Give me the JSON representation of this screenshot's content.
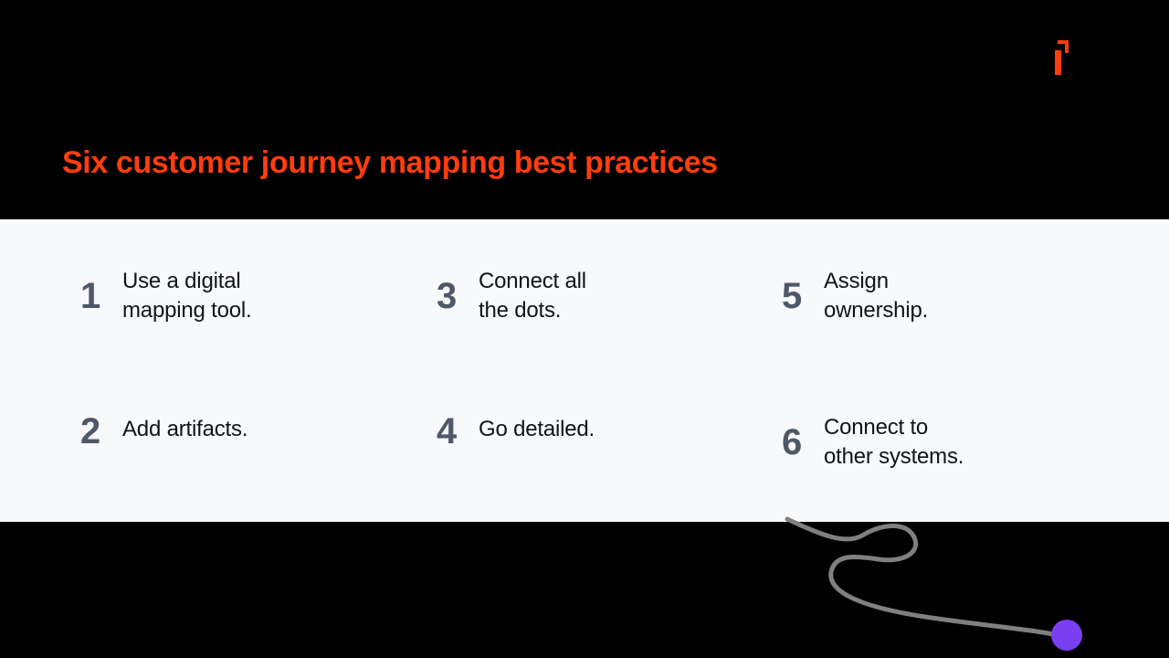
{
  "slide": {
    "title": "Six customer journey mapping best practices",
    "logo_icon": "brand-i-logo-icon",
    "colors": {
      "band_background": "#000000",
      "panel_background": "#f8f9fb",
      "title_accent": "#ff3d0d",
      "number": "#4e5868",
      "body_text": "#10131a",
      "squiggle_line": "#808080",
      "squiggle_dot": "#7b3ff2"
    }
  },
  "practices": [
    {
      "number": "1",
      "text": "Use a digital\nmapping tool."
    },
    {
      "number": "2",
      "text": "Add artifacts."
    },
    {
      "number": "3",
      "text": "Connect all\nthe dots."
    },
    {
      "number": "4",
      "text": "Go detailed."
    },
    {
      "number": "5",
      "text": "Assign\nownership."
    },
    {
      "number": "6",
      "text": "Connect to\nother systems."
    }
  ],
  "decoration": {
    "loop_line_icon": "curved-loop-line-icon",
    "end_dot_icon": "purple-dot-icon"
  }
}
